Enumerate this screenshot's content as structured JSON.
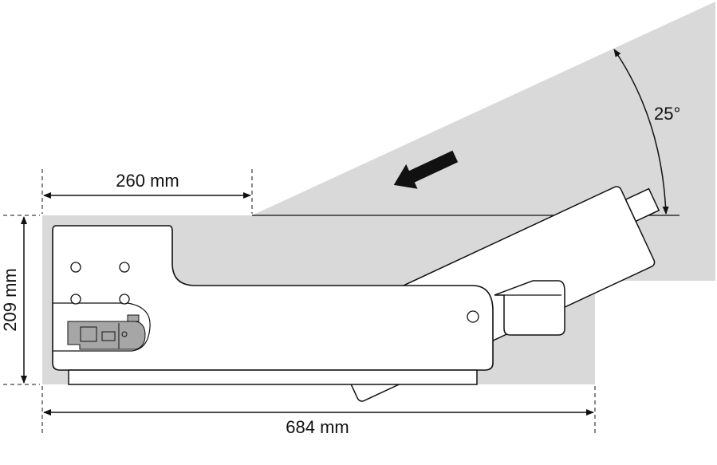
{
  "dimensions": {
    "depth_top": "260 mm",
    "height": "209 mm",
    "width": "684 mm",
    "angle": "25°"
  },
  "colors": {
    "clearance_area": "#d9d9d9",
    "device_fill": "#ffffff",
    "panel_fill": "#a6a6a6",
    "line": "#111111"
  }
}
